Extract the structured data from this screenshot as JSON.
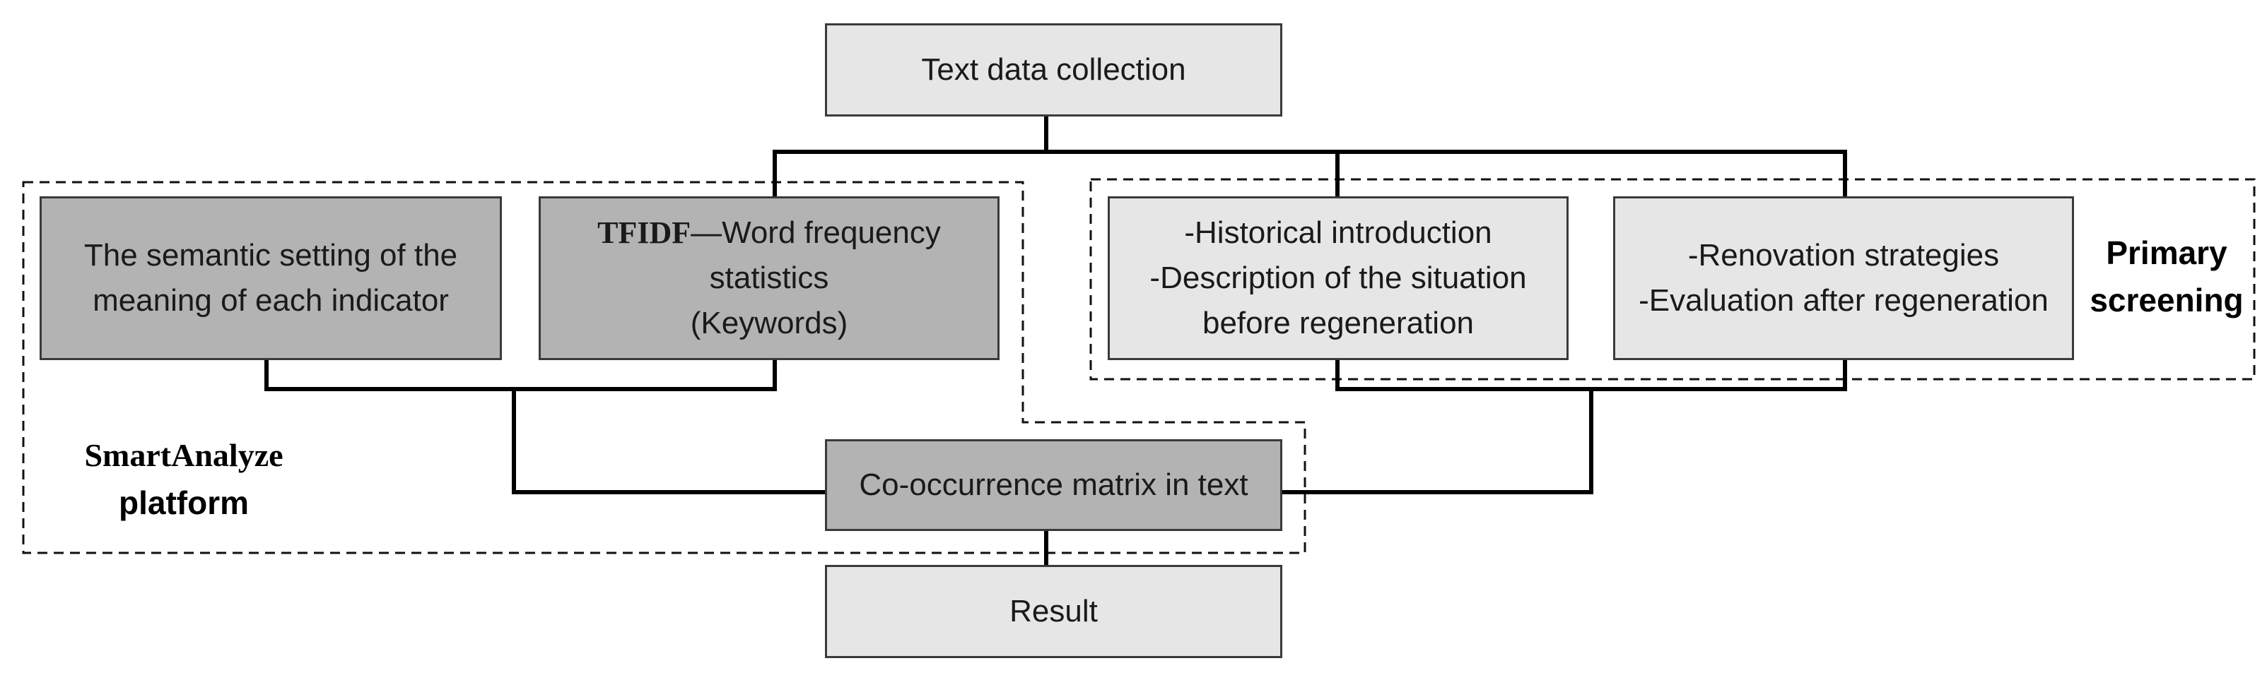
{
  "diagram": {
    "nodes": {
      "collection": "Text data collection",
      "semantic": {
        "line1": "The semantic setting of the",
        "line2": "meaning of each indicator"
      },
      "tfidf": {
        "lead": "TFIDF",
        "line1_rest": "—Word frequency",
        "line2": "statistics",
        "line3": "(Keywords)"
      },
      "history": {
        "line1": "-Historical introduction",
        "line2": "-Description of the situation",
        "line3": "before regeneration"
      },
      "renovation": {
        "line1": "-Renovation strategies",
        "line2": "-Evaluation after regeneration"
      },
      "matrix": "Co-occurrence matrix in text",
      "result": "Result"
    },
    "groups": {
      "smartanalyze": {
        "line1": "SmartAnalyze",
        "line2": "platform"
      },
      "primary": {
        "line1": "Primary",
        "line2": "screening"
      }
    },
    "colors": {
      "light_box": "#e6e6e6",
      "dark_box": "#b3b3b3",
      "line": "#000000"
    }
  }
}
